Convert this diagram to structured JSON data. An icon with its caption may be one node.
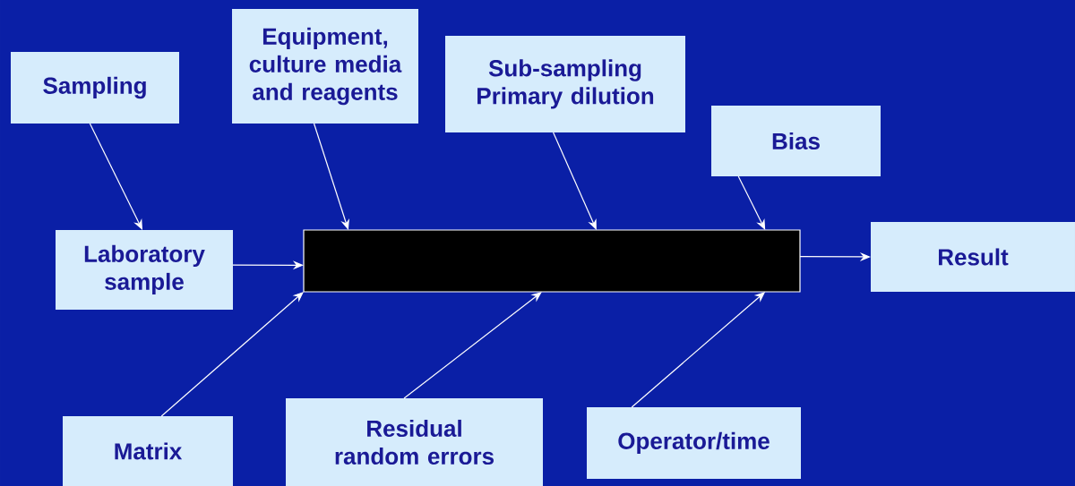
{
  "diagram": {
    "nodes": [
      {
        "text": [
          "Sampling"
        ]
      },
      {
        "text": [
          "Equipment, culture media and reagents"
        ]
      },
      {
        "text": [
          "Sub-sampling Primary dilution"
        ]
      },
      {
        "text": [
          "Bias"
        ]
      },
      {
        "text": [
          "Laboratory sample"
        ]
      },
      {
        "text": [],
        "shape": "bar"
      },
      {
        "text": [
          "Result"
        ]
      },
      {
        "text": [
          "Matrix"
        ]
      },
      {
        "text": [
          "Residual random errors"
        ]
      },
      {
        "text": [
          "Operator/time"
        ]
      }
    ],
    "edges": [
      {
        "from": 0,
        "to": 4,
        "arrow": "to"
      },
      {
        "from": 1,
        "to": 5,
        "arrow": "to"
      },
      {
        "from": 2,
        "to": 5,
        "arrow": "to"
      },
      {
        "from": 3,
        "to": 5,
        "arrow": "to"
      },
      {
        "from": 4,
        "to": 5,
        "arrow": "to"
      },
      {
        "from": 7,
        "to": 5,
        "arrow": "to"
      },
      {
        "from": 8,
        "to": 5,
        "arrow": "to"
      },
      {
        "from": 9,
        "to": 5,
        "arrow": "to"
      },
      {
        "from": 5,
        "to": 6,
        "arrow": "to"
      }
    ]
  }
}
